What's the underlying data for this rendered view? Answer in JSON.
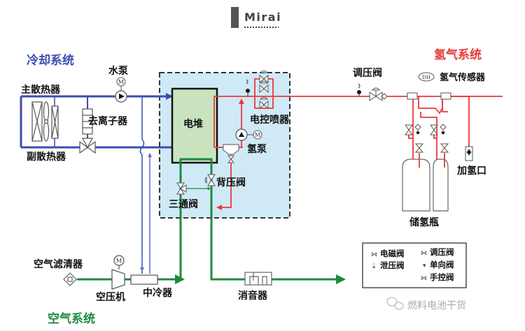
{
  "header": {
    "title": "Mirai"
  },
  "systems": {
    "cooling": {
      "label": "冷却系统",
      "color": "#3a4db0"
    },
    "hydrogen": {
      "label": "氢气系统",
      "color": "#e83a3a"
    },
    "air": {
      "label": "空气系统",
      "color": "#1f8a3c"
    }
  },
  "components": {
    "main_radiator": "主散热器",
    "sub_radiator": "副散热器",
    "water_pump": "水泵",
    "deionizer": "去离子器",
    "stack": "电堆",
    "injector": "电控喷器",
    "h2_pump": "氢泵",
    "back_pressure_valve": "背压阀",
    "three_way_valve": "三通阀",
    "pressure_regulator": "调压阀",
    "h2_sensor": "氢气传感器",
    "h2_sensor_badge": "DH",
    "refuel_port": "加氢口",
    "h2_tanks": "储氢瓶",
    "air_filter": "空气滤清器",
    "compressor": "空压机",
    "intercooler": "中冷器",
    "muffler": "消音器",
    "motor_symbol": "M"
  },
  "legend": {
    "items": [
      {
        "label": "电磁阀",
        "icon": "solenoid-valve-icon"
      },
      {
        "label": "调压阀",
        "icon": "regulator-valve-icon"
      },
      {
        "label": "泄压阀",
        "icon": "relief-valve-icon"
      },
      {
        "label": "单向阀",
        "icon": "check-valve-icon"
      },
      {
        "label": "手控阀",
        "icon": "manual-valve-icon"
      }
    ]
  },
  "watermark": {
    "text": "燃料电池干货",
    "icon": "wechat-icon"
  },
  "colors": {
    "stack_box_bg": "#cfe9f7",
    "stack_fill": "#c9e3bf",
    "cooling_line": "#3a4db0",
    "hydrogen_line": "#e83a3a",
    "air_line": "#1f8a3c"
  }
}
